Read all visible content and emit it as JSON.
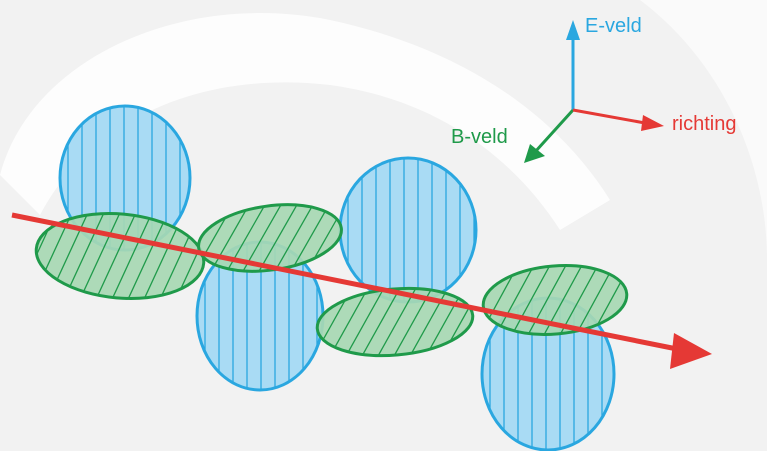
{
  "colors": {
    "background": "#f2f2f2",
    "watermark": "#ffffff",
    "e_field": "#2aa7e0",
    "e_field_fill": "#a9dbf4",
    "b_field": "#1f9a4a",
    "b_field_fill": "#a7d8b3",
    "direction": "#e53935"
  },
  "labels": {
    "e_field": "E-veld",
    "b_field": "B-veld",
    "direction": "richting"
  }
}
